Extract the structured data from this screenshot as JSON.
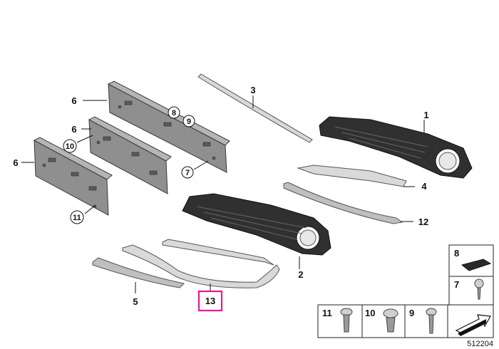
{
  "diagram": {
    "callouts": [
      {
        "id": "c1",
        "label": "1"
      },
      {
        "id": "c2",
        "label": "2"
      },
      {
        "id": "c3",
        "label": "3"
      },
      {
        "id": "c4",
        "label": "4"
      },
      {
        "id": "c5",
        "label": "5"
      },
      {
        "id": "c6a",
        "label": "6"
      },
      {
        "id": "c6b",
        "label": "6"
      },
      {
        "id": "c6c",
        "label": "6"
      },
      {
        "id": "c12",
        "label": "12"
      },
      {
        "id": "c13",
        "label": "13"
      }
    ],
    "circled": [
      {
        "id": "k8",
        "label": "8"
      },
      {
        "id": "k9",
        "label": "9"
      },
      {
        "id": "k10",
        "label": "10"
      },
      {
        "id": "k7",
        "label": "7"
      },
      {
        "id": "k11",
        "label": "11"
      }
    ],
    "legend": {
      "r8": "8",
      "r7": "7",
      "r11": "11",
      "r10": "10",
      "r9": "9"
    },
    "image_id": "512204",
    "highlight_color": "#e6199b"
  }
}
